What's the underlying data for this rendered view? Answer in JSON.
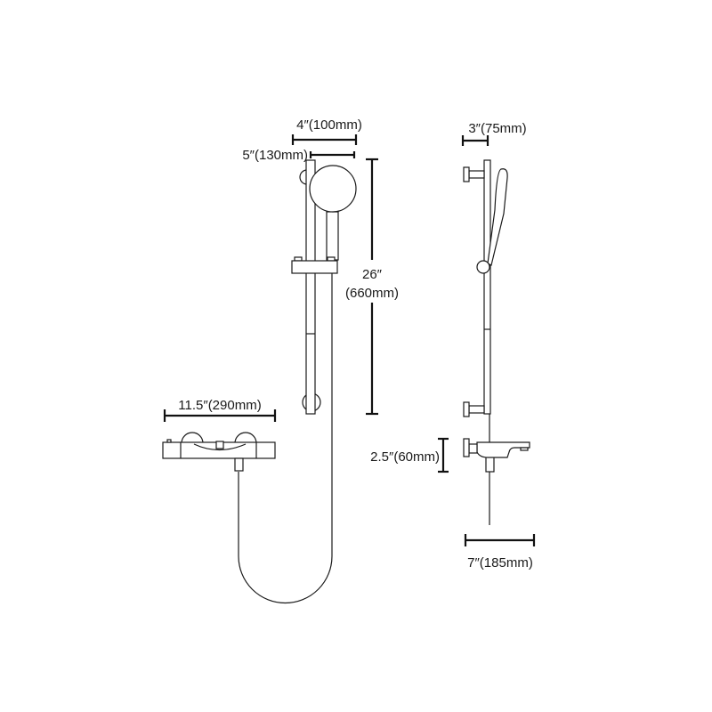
{
  "diagram": {
    "front_view": {
      "dimensions": {
        "head_width": "4″(100mm)",
        "head_offset": "5″(130mm)",
        "rail_height_in": "26″",
        "rail_height_mm": "(660mm)",
        "valve_width": "11.5″(290mm)"
      }
    },
    "side_view": {
      "dimensions": {
        "rail_depth": "3″(75mm)",
        "valve_height": "2.5″(60mm)",
        "valve_depth": "7″(185mm)"
      }
    },
    "line_color": "#1a1a1a"
  }
}
